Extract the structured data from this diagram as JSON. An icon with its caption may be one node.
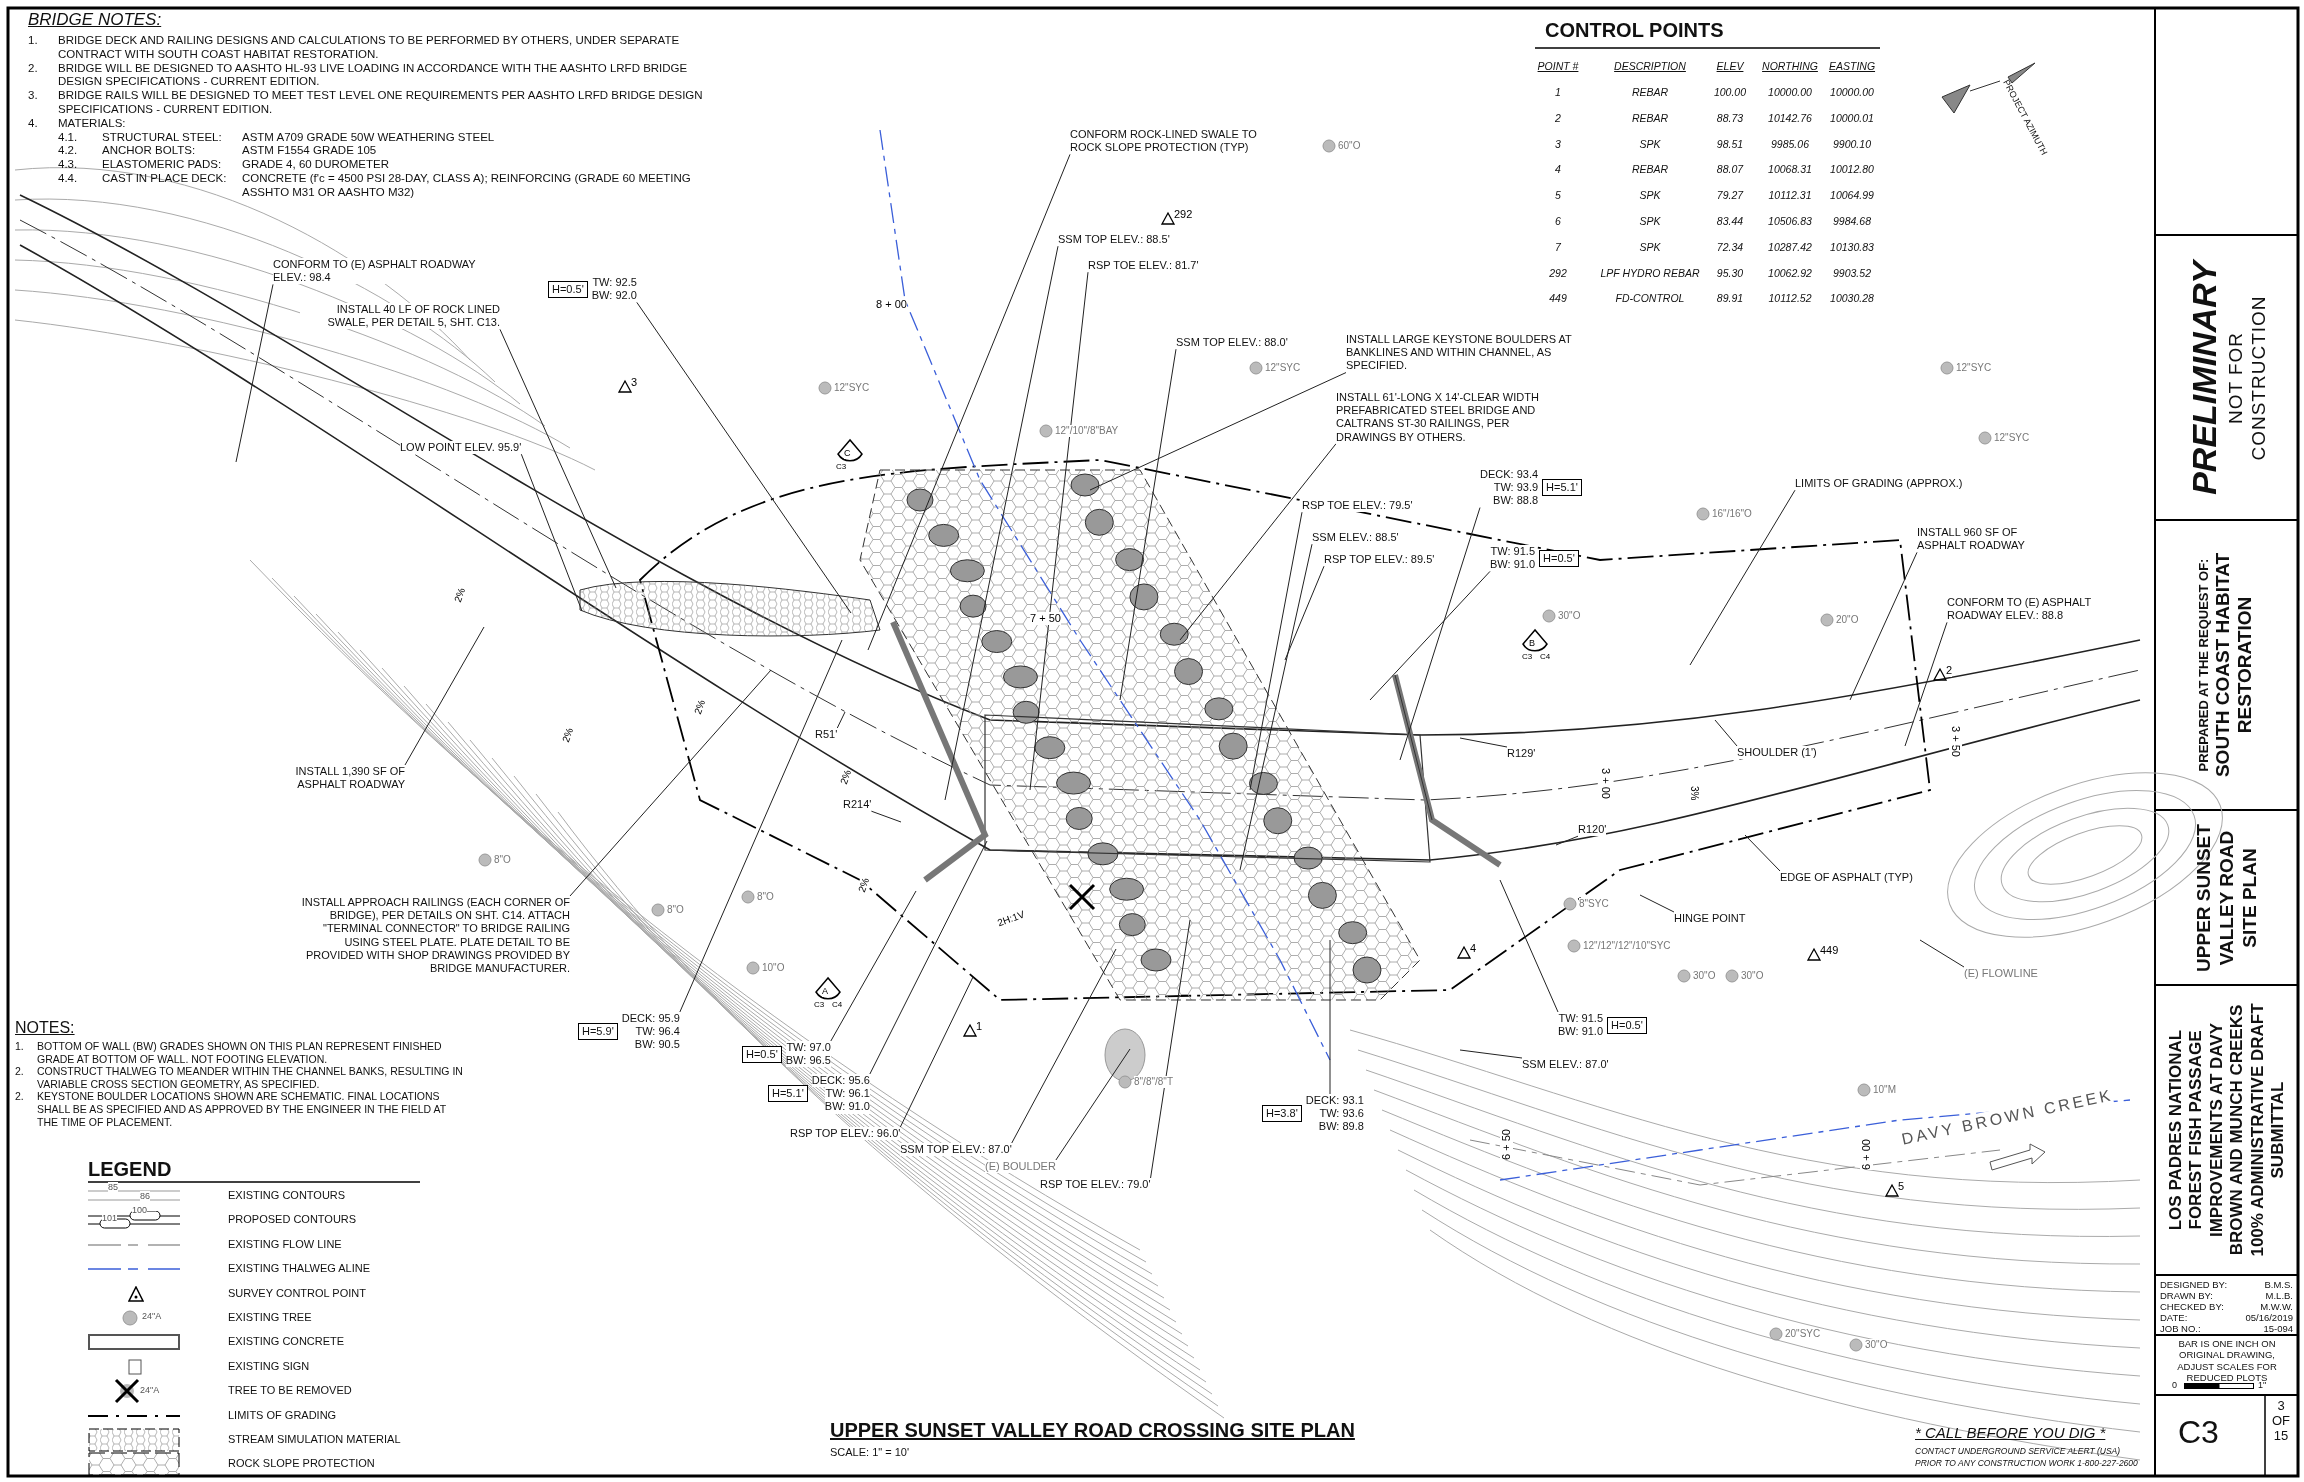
{
  "diagram": {
    "title": "UPPER SUNSET VALLEY ROAD CROSSING SITE PLAN",
    "nodes": [
      {
        "text": [
          "CONFORM TO (E) ASPHALT ROADWAY ELEV.: 98.4"
        ]
      },
      {
        "text": [
          "INSTALL 40 LF OF ROCK LINED SWALE, PER DETAIL 5, SHT. C13."
        ]
      },
      {
        "text": [
          "H=0.5'",
          "TW: 92.5",
          "BW: 92.0"
        ]
      },
      {
        "text": [
          "LOW POINT ELEV. 95.9'"
        ]
      },
      {
        "text": [
          "INSTALL 1,390 SF OF ASPHALT ROADWAY"
        ]
      },
      {
        "text": [
          "INSTALL APPROACH RAILINGS (EACH CORNER OF BRIDGE), PER DETAILS ON SHT. C14. ATTACH \"TERMINAL CONNECTOR\" TO BRIDGE RAILING USING STEEL PLATE. PLATE DETAIL TO BE PROVIDED WITH SHOP DRAWINGS PROVIDED BY BRIDGE MANUFACTURER."
        ]
      },
      {
        "text": [
          "H=5.9'",
          "DECK: 95.9",
          "TW: 96.4",
          "BW: 90.5"
        ]
      },
      {
        "text": [
          "H=0.5'",
          "TW: 97.0",
          "BW: 96.5"
        ]
      },
      {
        "text": [
          "H=5.1'",
          "DECK: 95.6",
          "TW: 96.1",
          "BW: 91.0"
        ]
      },
      {
        "text": [
          "RSP TOP ELEV.: 96.0'"
        ]
      },
      {
        "text": [
          "SSM TOP ELEV.: 87.0'"
        ]
      },
      {
        "text": [
          "(E) BOULDER"
        ]
      },
      {
        "text": [
          "RSP TOE ELEV.: 79.0'"
        ]
      },
      {
        "text": [
          "CONFORM ROCK-LINED SWALE TO ROCK SLOPE PROTECTION (TYP)"
        ]
      },
      {
        "text": [
          "SSM TOP ELEV.: 88.5'"
        ]
      },
      {
        "text": [
          "RSP TOE ELEV.: 81.7'"
        ]
      },
      {
        "text": [
          "SSM TOP ELEV.: 88.0'"
        ]
      },
      {
        "text": [
          "INSTALL LARGE KEYSTONE BOULDERS AT BANKLINES AND WITHIN CHANNEL, AS SPECIFIED."
        ]
      },
      {
        "text": [
          "INSTALL 61'-LONG X 14'-CLEAR WIDTH PREFABRICATED STEEL BRIDGE AND CALTRANS ST-30 RAILINGS, PER DRAWINGS BY OTHERS."
        ]
      },
      {
        "text": [
          "RSP TOE ELEV.: 79.5'"
        ]
      },
      {
        "text": [
          "SSM ELEV.: 88.5'"
        ]
      },
      {
        "text": [
          "RSP TOP ELEV.: 89.5'"
        ]
      },
      {
        "text": [
          "H=5.1'",
          "DECK: 93.4",
          "TW: 93.9",
          "BW: 88.8"
        ]
      },
      {
        "text": [
          "H=0.5'",
          "TW: 91.5",
          "BW: 91.0"
        ]
      },
      {
        "text": [
          "LIMITS OF GRADING (APPROX.)"
        ]
      },
      {
        "text": [
          "INSTALL 960 SF OF ASPHALT ROADWAY"
        ]
      },
      {
        "text": [
          "CONFORM TO (E) ASPHALT ROADWAY ELEV.: 88.8"
        ]
      },
      {
        "text": [
          "SHOULDER (1')"
        ]
      },
      {
        "text": [
          "R129'"
        ]
      },
      {
        "text": [
          "R120'"
        ]
      },
      {
        "text": [
          "EDGE OF ASPHALT (TYP)"
        ]
      },
      {
        "text": [
          "HINGE POINT"
        ]
      },
      {
        "text": [
          "(E) FLOWLINE"
        ]
      },
      {
        "text": [
          "H=0.5'",
          "TW: 91.5",
          "BW: 91.0"
        ]
      },
      {
        "text": [
          "SSM ELEV.: 87.0'"
        ]
      },
      {
        "text": [
          "H=3.8'",
          "DECK: 93.1",
          "TW: 93.6",
          "BW: 89.8"
        ]
      },
      {
        "text": [
          "R51'"
        ]
      },
      {
        "text": [
          "R214'"
        ]
      }
    ],
    "edges": [
      {
        "from": 0,
        "to": null,
        "arrow": "none"
      },
      {
        "from": 1,
        "to": null,
        "arrow": "none"
      },
      {
        "from": 2,
        "to": null,
        "arrow": "none"
      },
      {
        "from": 3,
        "to": null,
        "arrow": "none"
      },
      {
        "from": 4,
        "to": null,
        "arrow": "none"
      },
      {
        "from": 5,
        "to": null,
        "arrow": "none"
      },
      {
        "from": 6,
        "to": null,
        "arrow": "none"
      },
      {
        "from": 7,
        "to": null,
        "arrow": "none"
      },
      {
        "from": 8,
        "to": null,
        "arrow": "none"
      },
      {
        "from": 9,
        "to": null,
        "arrow": "none"
      },
      {
        "from": 10,
        "to": null,
        "arrow": "none"
      },
      {
        "from": 11,
        "to": null,
        "arrow": "none"
      },
      {
        "from": 12,
        "to": null,
        "arrow": "none"
      },
      {
        "from": 13,
        "to": null,
        "arrow": "none"
      },
      {
        "from": 14,
        "to": null,
        "arrow": "none"
      },
      {
        "from": 15,
        "to": null,
        "arrow": "none"
      },
      {
        "from": 16,
        "to": null,
        "arrow": "none"
      },
      {
        "from": 17,
        "to": null,
        "arrow": "none"
      },
      {
        "from": 18,
        "to": null,
        "arrow": "none"
      },
      {
        "from": 19,
        "to": null,
        "arrow": "none"
      },
      {
        "from": 20,
        "to": null,
        "arrow": "none"
      },
      {
        "from": 21,
        "to": null,
        "arrow": "none"
      },
      {
        "from": 22,
        "to": null,
        "arrow": "none"
      },
      {
        "from": 23,
        "to": null,
        "arrow": "none"
      },
      {
        "from": 24,
        "to": null,
        "arrow": "none"
      },
      {
        "from": 25,
        "to": null,
        "arrow": "none"
      },
      {
        "from": 26,
        "to": null,
        "arrow": "none"
      },
      {
        "from": 27,
        "to": null,
        "arrow": "none"
      },
      {
        "from": 28,
        "to": null,
        "arrow": "none"
      },
      {
        "from": 29,
        "to": null,
        "arrow": "none"
      },
      {
        "from": 30,
        "to": null,
        "arrow": "none"
      },
      {
        "from": 31,
        "to": null,
        "arrow": "none"
      },
      {
        "from": 32,
        "to": null,
        "arrow": "none"
      },
      {
        "from": 33,
        "to": null,
        "arrow": "none"
      },
      {
        "from": 34,
        "to": null,
        "arrow": "none"
      },
      {
        "from": 35,
        "to": null,
        "arrow": "none"
      },
      {
        "from": 36,
        "to": null,
        "arrow": "none"
      },
      {
        "from": 37,
        "to": null,
        "arrow": "none"
      }
    ],
    "labels": [
      "BRIDGE NOTES:",
      "1.",
      "BRIDGE DECK AND RAILING DESIGNS AND CALCULATIONS TO BE PERFORMED BY OTHERS, UNDER SEPARATE CONTRACT WITH SOUTH COAST HABITAT RESTORATION.",
      "2.",
      "BRIDGE WILL BE DESIGNED TO AASHTO HL-93 LIVE LOADING IN ACCORDANCE WITH THE AASHTO LRFD BRIDGE DESIGN SPECIFICATIONS - CURRENT EDITION.",
      "3.",
      "BRIDGE RAILS WILL BE DESIGNED TO MEET TEST LEVEL ONE REQUIREMENTS PER AASHTO LRFD BRIDGE DESIGN SPECIFICATIONS - CURRENT EDITION.",
      "4.",
      "MATERIALS:",
      "4.1.",
      "STRUCTURAL STEEL:",
      "ASTM A709 GRADE 50W WEATHERING STEEL",
      "4.2.",
      "ANCHOR BOLTS:",
      "ASTM F1554 GRADE 105",
      "4.3.",
      "ELASTOMERIC PADS:",
      "GRADE 4, 60 DUROMETER",
      "4.4.",
      "CAST IN PLACE DECK:",
      "CONCRETE (f'c = 4500 PSI 28-DAY, CLASS A); REINFORCING (GRADE 60 MEETING ASSHTO M31 OR AASHTO M32)",
      "CONTROL POINTS",
      "POINT #",
      "DESCRIPTION",
      "ELEV",
      "NORTHING",
      "EASTING",
      "1",
      "REBAR",
      "100.00",
      "10000.00",
      "10000.00",
      "2",
      "REBAR",
      "88.73",
      "10142.76",
      "10000.01",
      "3",
      "SPK",
      "98.51",
      "9985.06",
      "9900.10",
      "4",
      "REBAR",
      "88.07",
      "10068.31",
      "10012.80",
      "5",
      "SPK",
      "79.27",
      "10112.31",
      "10064.99",
      "6",
      "SPK",
      "83.44",
      "10506.83",
      "9984.68",
      "7",
      "SPK",
      "72.34",
      "10287.42",
      "10130.83",
      "292",
      "LPF HYDRO REBAR",
      "95.30",
      "10062.92",
      "9903.52",
      "449",
      "FD-CONTROL",
      "89.91",
      "10112.52",
      "10030.28",
      "PROJECT AZIMUTH",
      "NOTES:",
      "1.",
      "BOTTOM OF WALL (BW) GRADES SHOWN ON THIS PLAN REPRESENT FINISHED GRADE AT BOTTOM OF WALL. NOT FOOTING ELEVATION.",
      "2.",
      "CONSTRUCT THALWEG TO MEANDER WITHIN THE CHANNEL BANKS, RESULTING IN VARIABLE CROSS SECTION GEOMETRY, AS SPECIFIED.",
      "2.",
      "KEYSTONE BOULDER LOCATIONS SHOWN ARE SCHEMATIC. FINAL LOCATIONS SHALL BE AS SPECIFIED AND AS APPROVED BY THE ENGINEER IN THE FIELD AT THE TIME OF PLACEMENT.",
      "LEGEND",
      "85",
      "86",
      "100",
      "101",
      "24\"A",
      "24\"A",
      "PRELIMINARY",
      "NOT FOR CONSTRUCTION",
      "PREPARED AT THE REQUEST OF:",
      "SOUTH COAST HABITAT RESTORATION",
      "UPPER SUNSET VALLEY ROAD SITE PLAN",
      "LOS PADRES NATIONAL FOREST FISH PASSAGE IMPROVEMENTS AT DAVY BROWN AND MUNCH CREEKS 100% ADMINISTRATIVE DRAFT SUBMITTAL",
      "DESIGNED BY:",
      "B.M.S.",
      "DRAWN BY:",
      "M.L.B.",
      "CHECKED BY:",
      "M.W.W.",
      "DATE:",
      "05/16/2019",
      "JOB NO.:",
      "15-094",
      "BAR IS ONE INCH ON ORIGINAL DRAWING, ADJUST SCALES FOR REDUCED PLOTS",
      "0",
      "1\"",
      "C3",
      "3 OF 15",
      "SCALE: 1\" = 10'",
      "* CALL BEFORE YOU DIG *",
      "CONTACT UNDERGROUND SERVICE ALERT (USA)",
      "PRIOR TO ANY CONSTRUCTION WORK 1-800-227-2600",
      "8 + 00",
      "7 + 50",
      "3 + 00",
      "3 + 50",
      "6 + 50",
      "6 + 00",
      "DAVY BROWN CREEK",
      "1",
      "2",
      "3",
      "4",
      "5",
      "292",
      "449",
      "60\"O",
      "12\"SYC",
      "12\"/10\"/8\"BAY",
      "12\"SYC",
      "12\"SYC",
      "12\"SYC",
      "16\"/16\"O",
      "30\"O",
      "20\"O",
      "8\"O",
      "8\"O",
      "8\"O",
      "10\"O",
      "8\"/8\"/8\"T",
      "8\"SYC",
      "12\"/12\"/12\"/10\"SYC",
      "30\"O",
      "30\"O",
      "10\"M",
      "20\"SYC",
      "30\"O",
      "2%",
      "2%",
      "2%",
      "2%",
      "2%",
      "3%",
      "2H:1V",
      "A",
      "C3",
      "C4",
      "B",
      "C3",
      "C4",
      "C",
      "C3"
    ],
    "legend": [
      {
        "text": "EXISTING CONTOURS"
      },
      {
        "text": "PROPOSED CONTOURS"
      },
      {
        "text": "EXISTING FLOW LINE"
      },
      {
        "text": "EXISTING THALWEG ALINE"
      },
      {
        "text": "SURVEY CONTROL POINT"
      },
      {
        "text": "EXISTING TREE"
      },
      {
        "text": "EXISTING CONCRETE"
      },
      {
        "text": "EXISTING SIGN"
      },
      {
        "text": "TREE TO BE REMOVED"
      },
      {
        "text": "LIMITS OF GRADING"
      },
      {
        "text": "STREAM SIMULATION MATERIAL"
      },
      {
        "text": "ROCK SLOPE PROTECTION"
      }
    ]
  }
}
